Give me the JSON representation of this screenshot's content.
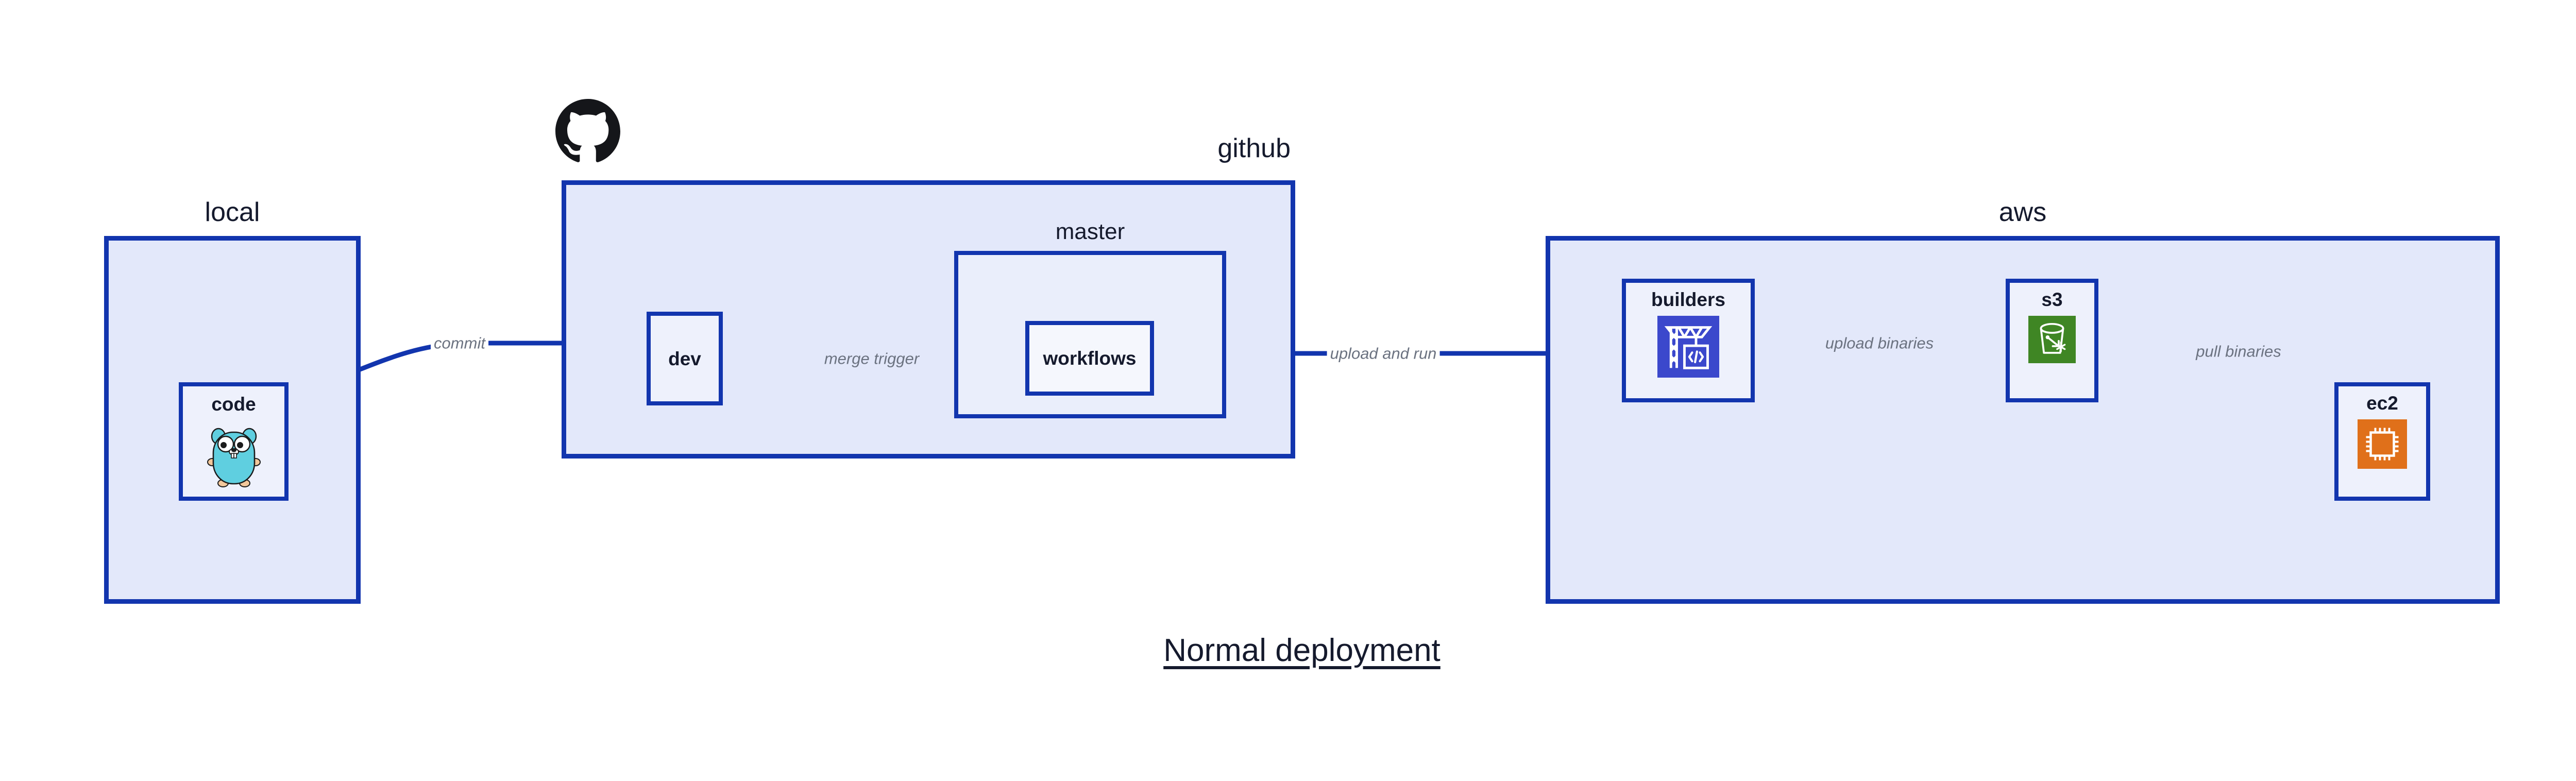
{
  "diagram": {
    "title": "Normal deployment",
    "accent_border": "#1235ae",
    "group_fill": "#e3e8fa",
    "node_fill": "#eef1fc",
    "label_color": "#151a2d",
    "edge_label_color": "#6b7280"
  },
  "groups": [
    {
      "id": "local",
      "label": "local",
      "label_align": "center"
    },
    {
      "id": "github",
      "label": "github",
      "label_align": "right",
      "icon": "github-octocat-icon"
    },
    {
      "id": "master",
      "label": "master",
      "label_align": "center"
    },
    {
      "id": "aws",
      "label": "aws",
      "label_align": "center"
    }
  ],
  "nodes": [
    {
      "id": "code",
      "label": "code",
      "icon": "go-gopher-icon",
      "icon_color": "#5fcfe0"
    },
    {
      "id": "dev",
      "label": "dev",
      "icon": "none"
    },
    {
      "id": "workflows",
      "label": "workflows",
      "icon": "none"
    },
    {
      "id": "builders",
      "label": "builders",
      "icon": "aws-codebuild-icon",
      "icon_color": "#3b48cc"
    },
    {
      "id": "s3",
      "label": "s3",
      "icon": "aws-s3-bucket-icon",
      "icon_color": "#3f8624"
    },
    {
      "id": "ec2",
      "label": "ec2",
      "icon": "aws-ec2-chip-icon",
      "icon_color": "#e0701a"
    }
  ],
  "edges": [
    {
      "id": "commit",
      "from": "code",
      "to": "dev",
      "label": "commit"
    },
    {
      "id": "merge-trigger",
      "from": "dev",
      "to": "workflows",
      "label": "merge trigger"
    },
    {
      "id": "upload-and-run",
      "from": "workflows",
      "to": "builders",
      "label": "upload and run"
    },
    {
      "id": "upload-binaries",
      "from": "builders",
      "to": "s3",
      "label": "upload binaries"
    },
    {
      "id": "pull-binaries",
      "from": "s3",
      "to": "ec2",
      "label": "pull binaries"
    }
  ]
}
